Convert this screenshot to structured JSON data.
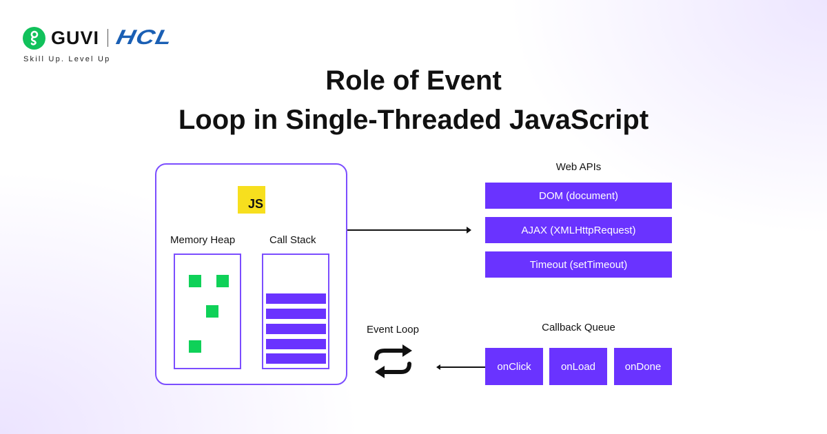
{
  "brand": {
    "logo_icon": "guvi-logo-icon",
    "name": "GUVI",
    "partner": "HCL",
    "tagline": "Skill Up. Level Up"
  },
  "title": {
    "line1": "Role of Event",
    "line2": "Loop in Single-Threaded JavaScript"
  },
  "engine": {
    "logo_text": "JS",
    "memory_heap_label": "Memory Heap",
    "call_stack_label": "Call Stack",
    "heap_object_count": 4,
    "stack_frame_count": 5
  },
  "web_apis": {
    "label": "Web APIs",
    "items": [
      "DOM (document)",
      "AJAX (XMLHttpRequest)",
      "Timeout (setTimeout)"
    ]
  },
  "callback_queue": {
    "label": "Callback Queue",
    "items": [
      "onClick",
      "onLoad",
      "onDone"
    ]
  },
  "event_loop": {
    "label": "Event Loop",
    "icon": "repeat-loop-icon"
  },
  "colors": {
    "accent_purple": "#6a33ff",
    "border_purple": "#7b4dff",
    "heap_green": "#0fd158",
    "js_yellow": "#f7df1e",
    "guvi_green": "#11c15b",
    "hcl_blue": "#1a5fb4"
  }
}
